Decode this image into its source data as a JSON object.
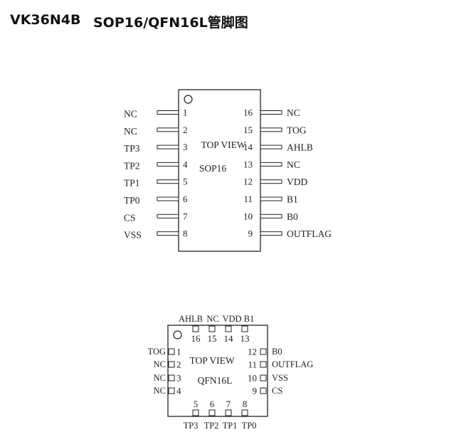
{
  "title": {
    "part_number": "VK36N4B",
    "packages": "SOP16/QFN16L管脚图"
  },
  "sop16": {
    "view_label": "TOP VIEW",
    "package_label": "SOP16",
    "left_pins": [
      {
        "num": "1",
        "name": "NC"
      },
      {
        "num": "2",
        "name": "NC"
      },
      {
        "num": "3",
        "name": "TP3"
      },
      {
        "num": "4",
        "name": "TP2"
      },
      {
        "num": "5",
        "name": "TP1"
      },
      {
        "num": "6",
        "name": "TP0"
      },
      {
        "num": "7",
        "name": "CS"
      },
      {
        "num": "8",
        "name": "VSS"
      }
    ],
    "right_pins": [
      {
        "num": "16",
        "name": "NC"
      },
      {
        "num": "15",
        "name": "TOG"
      },
      {
        "num": "14",
        "name": "AHLB"
      },
      {
        "num": "13",
        "name": "NC"
      },
      {
        "num": "12",
        "name": "VDD"
      },
      {
        "num": "11",
        "name": "B1"
      },
      {
        "num": "10",
        "name": "B0"
      },
      {
        "num": "9",
        "name": "OUTFLAG"
      }
    ]
  },
  "qfn16l": {
    "view_label": "TOP VIEW",
    "package_label": "QFN16L",
    "top_pins": [
      {
        "num": "16",
        "name": "AHLB"
      },
      {
        "num": "15",
        "name": "NC"
      },
      {
        "num": "14",
        "name": "VDD"
      },
      {
        "num": "13",
        "name": "B1"
      }
    ],
    "left_pins": [
      {
        "num": "1",
        "name": "TOG"
      },
      {
        "num": "2",
        "name": "NC"
      },
      {
        "num": "3",
        "name": "NC"
      },
      {
        "num": "4",
        "name": "NC"
      }
    ],
    "right_pins": [
      {
        "num": "12",
        "name": "B0"
      },
      {
        "num": "11",
        "name": "OUTFLAG"
      },
      {
        "num": "10",
        "name": "VSS"
      },
      {
        "num": "9",
        "name": "CS"
      }
    ],
    "bottom_pins": [
      {
        "num": "5",
        "name": "TP3"
      },
      {
        "num": "6",
        "name": "TP2"
      },
      {
        "num": "7",
        "name": "TP1"
      },
      {
        "num": "8",
        "name": "TP0"
      }
    ]
  }
}
